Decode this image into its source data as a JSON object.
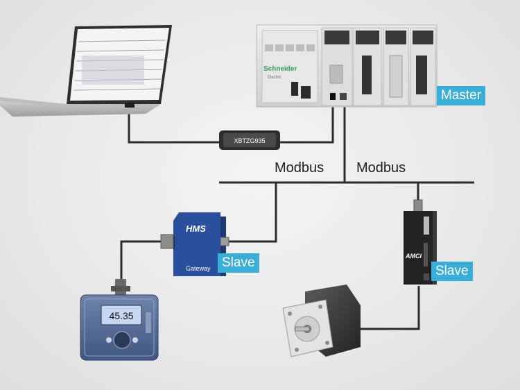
{
  "labels": {
    "modbus_left": "Modbus",
    "modbus_right": "Modbus",
    "master": "Master",
    "slave_gateway": "Slave",
    "slave_drive": "Slave"
  },
  "devices": {
    "plc_brand": "Schneider",
    "plc_brand_sub": "Electric",
    "cable_model": "XBTZG935",
    "gateway_logo": "HMS",
    "gateway_name": "Gateway",
    "drive_logo": "AMCI",
    "analyzer_reading": "45.35"
  },
  "colors": {
    "tag_blue": "#3aaed6",
    "gateway_blue": "#2a4f9c",
    "line_dark": "#2b2b2b"
  },
  "icons": [
    "laptop-icon",
    "plc-rack-icon",
    "usb-cable-adapter-icon",
    "gateway-icon",
    "analyzer-icon",
    "stepper-drive-icon",
    "stepper-motor-icon"
  ]
}
